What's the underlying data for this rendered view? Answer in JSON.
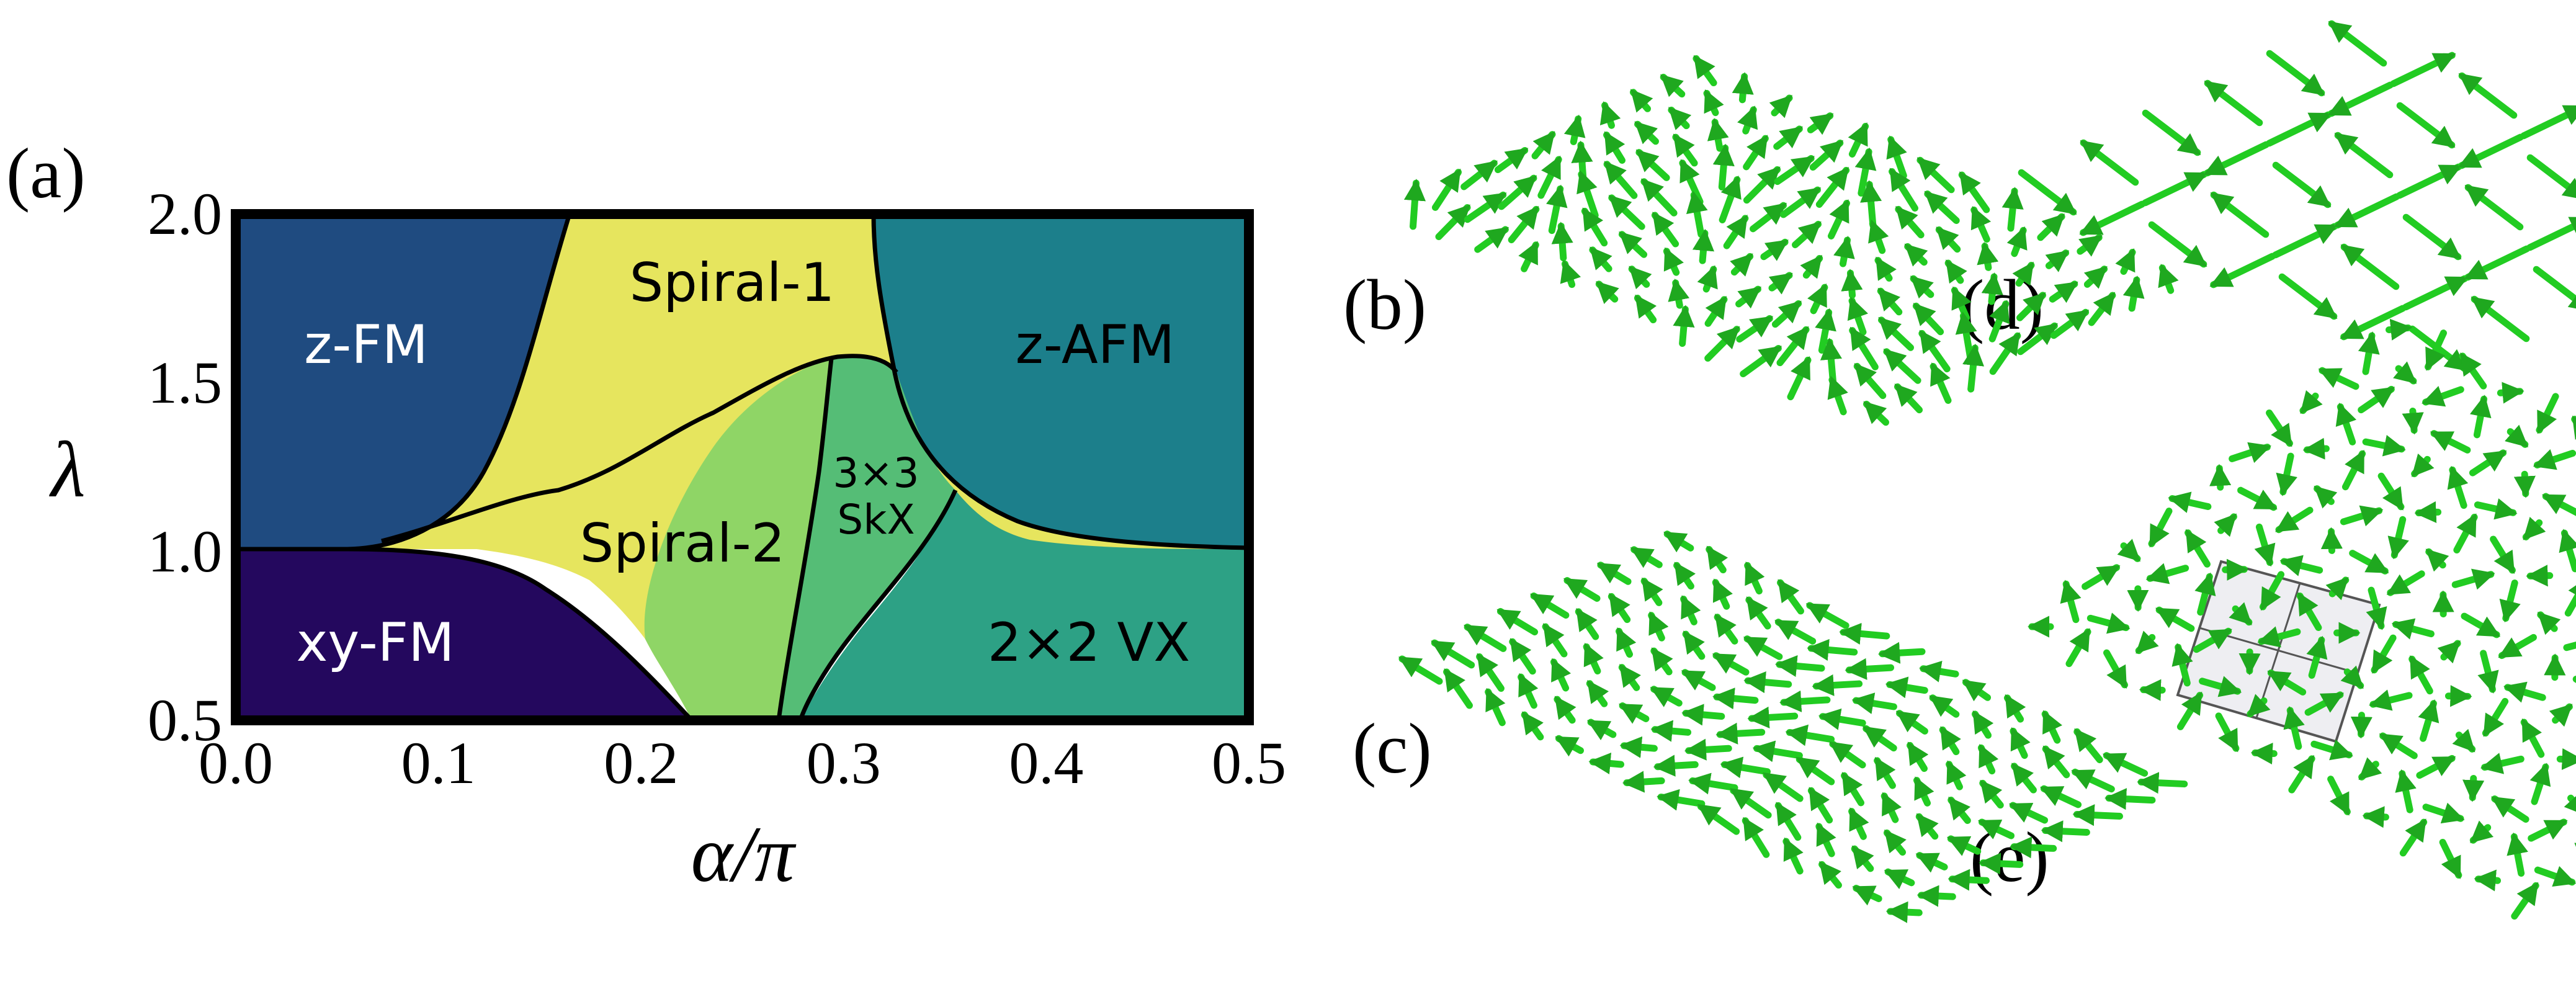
{
  "panels": {
    "a": "(a)",
    "b": "(b)",
    "c": "(c)",
    "d": "(d)",
    "e": "(e)"
  },
  "chart_data": {
    "type": "heatmap",
    "xlabel": "α/π",
    "ylabel": "λ",
    "xlim": [
      0.0,
      0.5
    ],
    "ylim": [
      0.5,
      2.0
    ],
    "x_ticks": [
      "0.0",
      "0.1",
      "0.2",
      "0.3",
      "0.4",
      "0.5"
    ],
    "y_ticks": [
      "0.5",
      "1.0",
      "1.5",
      "2.0"
    ],
    "grid": false,
    "regions": [
      {
        "name": "z-FM",
        "color": "#1f4b80"
      },
      {
        "name": "Spiral-1",
        "color": "#e6e55e"
      },
      {
        "name": "z-AFM",
        "color": "#1c7f8b"
      },
      {
        "name": "Spiral-2",
        "color": "#e6e55e",
        "shading": "#8fd566"
      },
      {
        "name": "3×3",
        "name_line2": "SkX",
        "color": "#55bd76"
      },
      {
        "name": "xy-FM",
        "color": "#24085e"
      },
      {
        "name": "2×2 VX",
        "color": "#2da185"
      }
    ]
  },
  "spin_textures": {
    "arrow_color": "#22cc22",
    "b": "spin-lattice-b",
    "c": "spin-lattice-c",
    "d": "spin-lattice-d",
    "e": "spin-lattice-e"
  }
}
